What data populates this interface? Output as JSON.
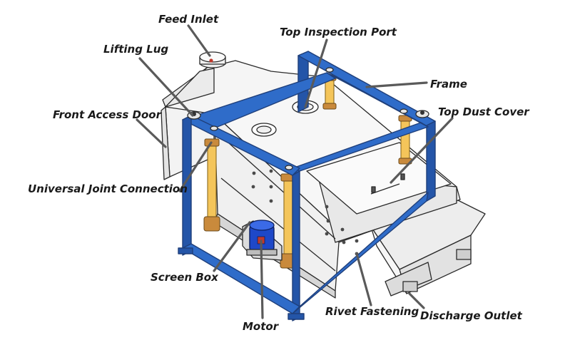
{
  "labels": {
    "feed_inlet": "Feed Inlet",
    "top_inspection_port": "Top Inspection Port",
    "lifting_lug": "Lifting Lug",
    "frame": "Frame",
    "front_access_door": "Front Access Door",
    "top_dust_cover": "Top Dust Cover",
    "universal_joint_connection": "Universal Joint Connection",
    "screen_box": "Screen Box",
    "rivet_fastening": "Rivet Fastening",
    "discharge_outlet": "Discharge Outlet",
    "motor": "Motor"
  },
  "colors": {
    "frame": "#2f6cc9",
    "springs": "#f4c55a",
    "motor": "#1e48c8",
    "leader_lines": "#5a5a5a",
    "body": "#f2f2f2"
  }
}
